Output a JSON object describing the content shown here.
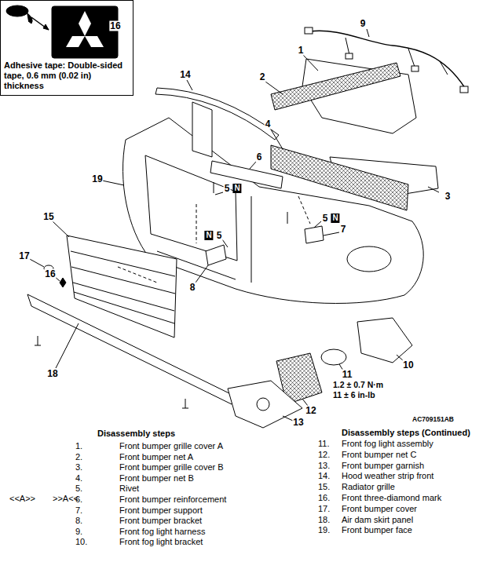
{
  "diagram": {
    "nodes": [
      {
        "text": [
          "Adhesive tape: Double-sided tape, 0.6 mm (0.02 in) thickness"
        ]
      }
    ],
    "labels": [
      "16",
      "1",
      "2",
      "3",
      "4",
      "5",
      "N",
      "5",
      "N",
      "N",
      "5",
      "6",
      "7",
      "8",
      "9",
      "10",
      "11",
      "12",
      "13",
      "14",
      "15",
      "16",
      "17",
      "18",
      "19",
      "1.2 ± 0.7 N·m",
      "11 ± 6 in-lb",
      "AC709151AB",
      "Disassembly steps",
      "1.",
      "Front bumper grille cover A",
      "2.",
      "Front bumper net A",
      "3.",
      "Front bumper grille cover B",
      "4.",
      "Front bumper net B",
      "5.",
      "Rivet",
      "6.",
      "Front bumper reinforcement",
      "7.",
      "Front bumper support",
      "8.",
      "Front bumper bracket",
      "9.",
      "Front fog light harness",
      "10.",
      "Front fog light bracket",
      "Disassembly steps (Continued)",
      "11.",
      "Front fog light assembly",
      "12.",
      "Front bumper net C",
      "13.",
      "Front bumper garnish",
      "14.",
      "Hood weather strip front",
      "15.",
      "Radiator grille",
      "16.",
      "Front three-diamond mark",
      "17.",
      "Front bumper cover",
      "18.",
      "Air dam skirt panel",
      "19.",
      "Front bumper face",
      "<<A>>",
      ">>A<<"
    ]
  }
}
